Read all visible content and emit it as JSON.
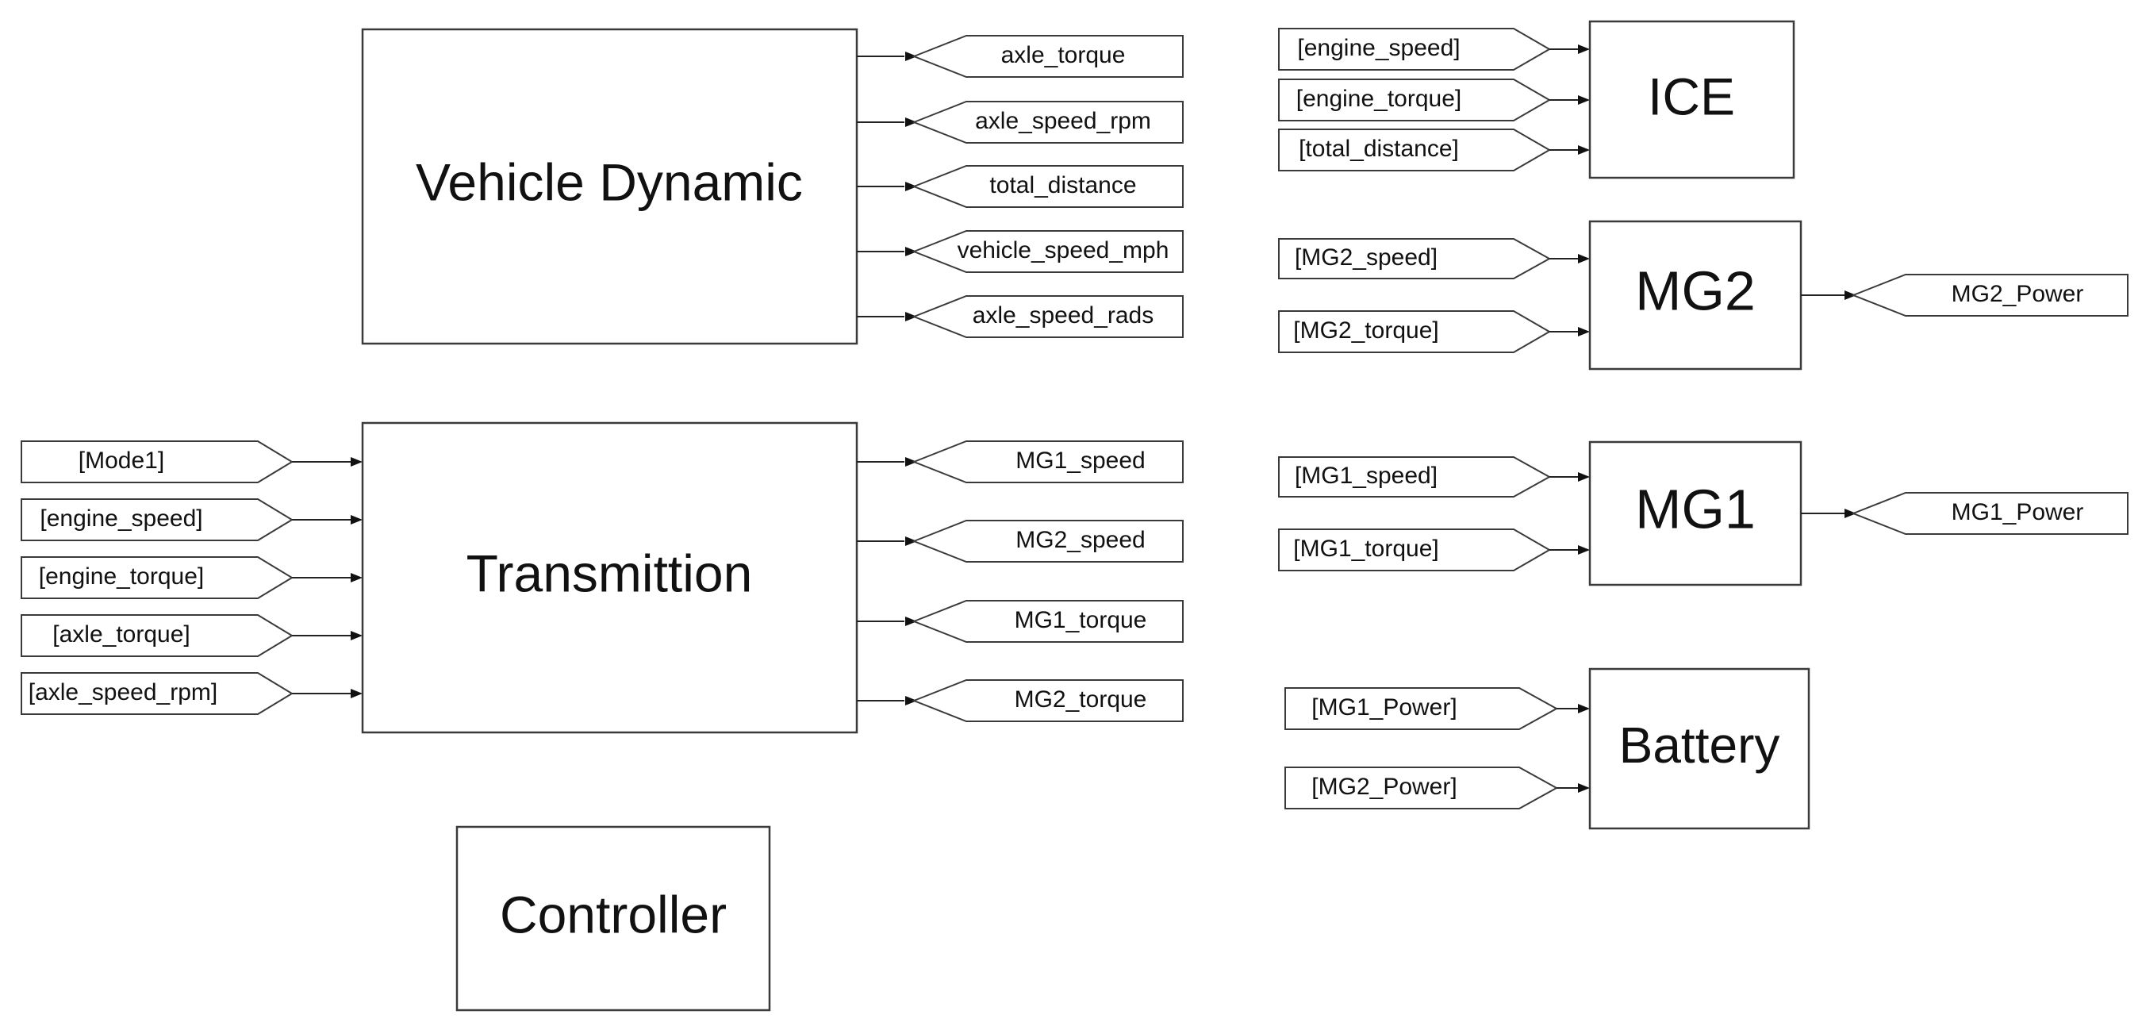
{
  "blocks": {
    "vehicle_dynamic": "Vehicle Dynamic",
    "transmittion": "Transmittion",
    "controller": "Controller",
    "ice": "ICE",
    "mg2": "MG2",
    "mg1": "MG1",
    "battery": "Battery"
  },
  "vehicle_dynamic_outputs": [
    "axle_torque",
    "axle_speed_rpm",
    "total_distance",
    "vehicle_speed_mph",
    "axle_speed_rads"
  ],
  "transmittion_inputs": [
    "[Mode1]",
    "[engine_speed]",
    "[engine_torque]",
    "[axle_torque]",
    "[axle_speed_rpm]"
  ],
  "transmittion_outputs": [
    "MG1_speed",
    "MG2_speed",
    "MG1_torque",
    "MG2_torque"
  ],
  "ice_inputs": [
    "[engine_speed]",
    "[engine_torque]",
    "[total_distance]"
  ],
  "mg2_inputs": [
    "[MG2_speed]",
    "[MG2_torque]"
  ],
  "mg2_output": "MG2_Power",
  "mg1_inputs": [
    "[MG1_speed]",
    "[MG1_torque]"
  ],
  "mg1_output": "MG1_Power",
  "battery_inputs": [
    "[MG1_Power]",
    "[MG2_Power]"
  ],
  "colors": {
    "stroke": "#3a3a3a",
    "text": "#111111",
    "background": "#ffffff"
  }
}
